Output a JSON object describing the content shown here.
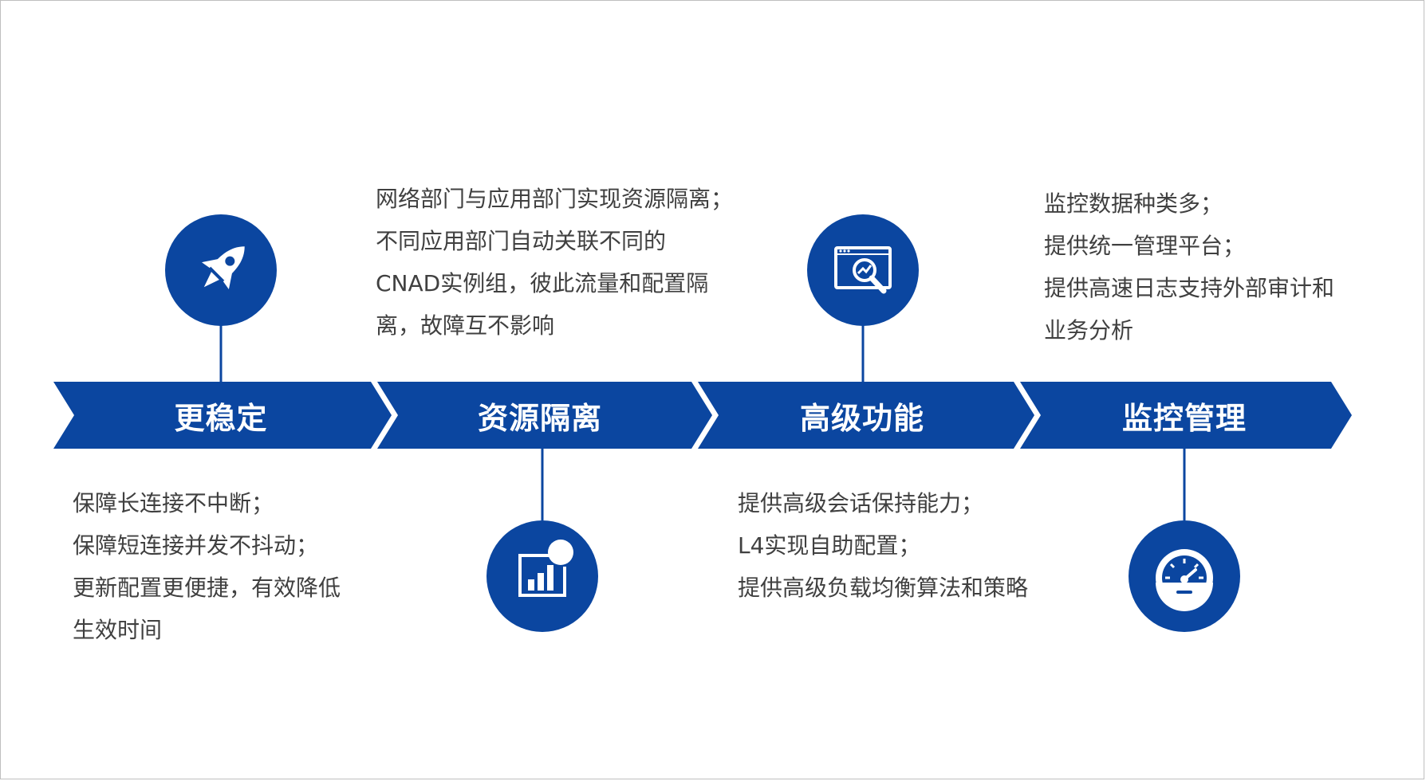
{
  "colors": {
    "primary": "#0b46a0",
    "text": "#404040",
    "background": "#ffffff"
  },
  "stages": [
    {
      "label": "更稳定",
      "icon": "rocket-icon",
      "lines": [
        "保障长连接不中断；",
        "保障短连接并发不抖动；",
        "更新配置更便捷，有效降低",
        "生效时间"
      ]
    },
    {
      "label": "资源隔离",
      "icon": "bar-chart-icon",
      "lines": [
        "网络部门与应用部门实现资源隔离；",
        "不同应用部门自动关联不同的",
        "CNAD实例组，彼此流量和配置隔",
        "离，故障互不影响"
      ]
    },
    {
      "label": "高级功能",
      "icon": "monitor-search-icon",
      "lines": [
        "提供高级会话保持能力；",
        "L4实现自助配置；",
        "提供高级负载均衡算法和策略"
      ]
    },
    {
      "label": "监控管理",
      "icon": "speedometer-icon",
      "lines": [
        "监控数据种类多；",
        "提供统一管理平台；",
        "提供高速日志支持外部审计和",
        "业务分析"
      ]
    }
  ]
}
